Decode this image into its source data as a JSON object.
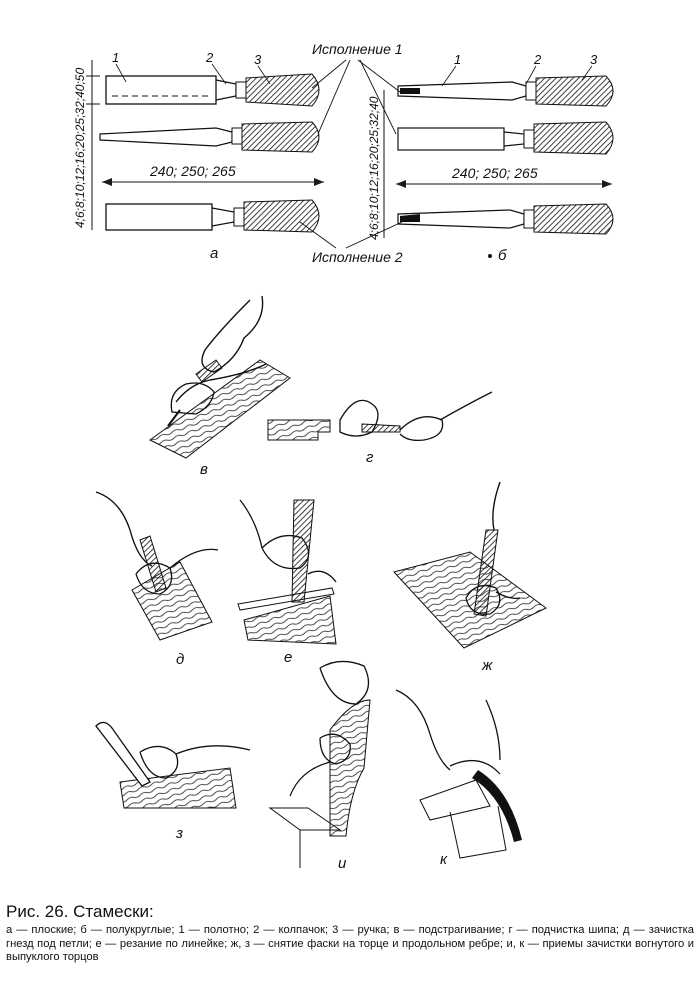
{
  "figure": {
    "size_dims_label": "4;6;8;10;12;16;20;25;32;40;50",
    "size_dims_label_b": "4;6;8;10;12;16;20;25;32;40",
    "length_label": "240; 250; 265",
    "version_1": "Исполнение 1",
    "version_2": "Исполнение 2",
    "parts": [
      "1",
      "2",
      "3"
    ],
    "panel_labels": {
      "a": "а",
      "b": "б",
      "v": "в",
      "g": "г",
      "d": "д",
      "e": "е",
      "zh": "ж",
      "z": "з",
      "i": "и",
      "k": "к"
    }
  },
  "caption": {
    "title": "Рис. 26. Стамески:",
    "body": "а — плоские; б — полукруглые; 1 — полотно; 2 — колпачок; 3 — ручка; в — подстрагивание; г — подчистка шипа; д — зачистка гнезд под петли; е — резание по линейке; ж, з — снятие фаски на торце и продольном ребре; и, к — приемы зачистки вогнутого и выпуклого торцов"
  }
}
